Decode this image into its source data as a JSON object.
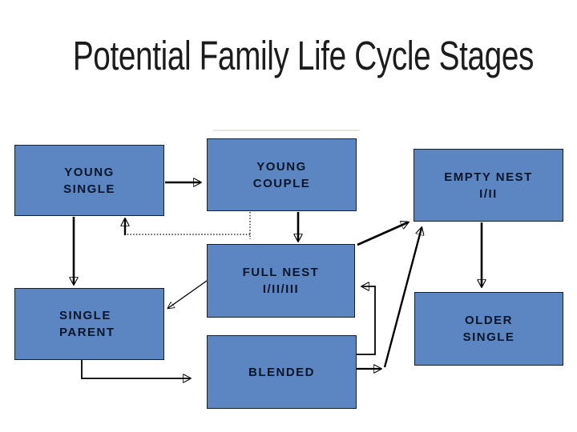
{
  "slide": {
    "title": "Potential Family Life Cycle Stages"
  },
  "colors": {
    "bg": "#ffffff",
    "box_fill": "#5b86c1",
    "box_border": "#15202f",
    "box_text": "#0a1529",
    "arrow": "#000000",
    "title_text": "#1c1c1c",
    "artifact": "#e7e7df"
  },
  "nodes": [
    {
      "id": "young-single",
      "label": "YOUNG\nSINGLE"
    },
    {
      "id": "young-couple",
      "label": "YOUNG\nCOUPLE"
    },
    {
      "id": "empty-nest",
      "label": "EMPTY NEST\nI/II"
    },
    {
      "id": "full-nest",
      "label": "FULL NEST\nI/II/III"
    },
    {
      "id": "single-parent",
      "label": "SINGLE\nPARENT"
    },
    {
      "id": "older-single",
      "label": "OLDER\nSINGLE"
    },
    {
      "id": "blended",
      "label": "BLENDED"
    }
  ],
  "edges": [
    {
      "from": "young-single",
      "to": "young-couple",
      "style": "solid"
    },
    {
      "from": "young-couple",
      "to": "young-single",
      "style": "dotted"
    },
    {
      "from": "young-single",
      "to": "single-parent",
      "style": "solid"
    },
    {
      "from": "young-couple",
      "to": "full-nest",
      "style": "solid"
    },
    {
      "from": "full-nest",
      "to": "empty-nest",
      "style": "solid"
    },
    {
      "from": "full-nest",
      "to": "single-parent",
      "style": "thin"
    },
    {
      "from": "empty-nest",
      "to": "older-single",
      "style": "solid"
    },
    {
      "from": "single-parent",
      "to": "blended",
      "style": "solid"
    },
    {
      "from": "blended",
      "to": "full-nest",
      "style": "solid"
    },
    {
      "from": "blended",
      "to": "empty-nest",
      "style": "solid"
    }
  ]
}
